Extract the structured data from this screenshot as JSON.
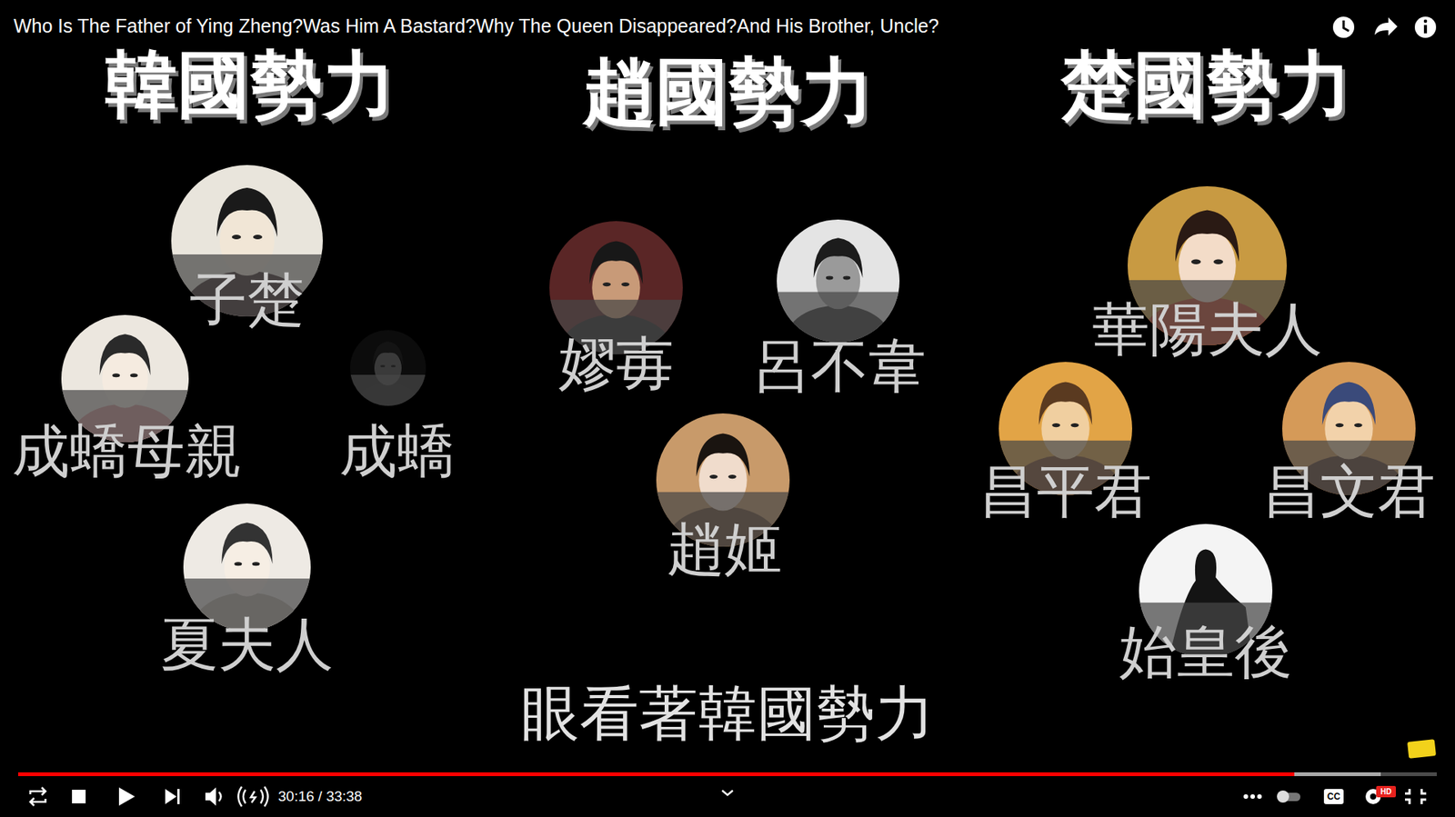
{
  "diagram": {
    "title": "Who Is The Father of Ying Zheng?Was Him A Bastard?Why The Queen Disappeared?And His Brother, Uncle?",
    "caption": "眼看著韓國勢力",
    "nodes": [
      {
        "text": [
          "子楚"
        ]
      },
      {
        "text": [
          "成蟜母親"
        ]
      },
      {
        "text": [
          "成蟜"
        ]
      },
      {
        "text": [
          "夏夫人"
        ]
      },
      {
        "text": [
          "嫪毐"
        ]
      },
      {
        "text": [
          "呂不韋"
        ]
      },
      {
        "text": [
          "趙姬"
        ]
      },
      {
        "text": [
          "華陽夫人"
        ]
      },
      {
        "text": [
          "昌平君"
        ]
      },
      {
        "text": [
          "昌文君"
        ]
      },
      {
        "text": [
          "始皇後"
        ]
      }
    ],
    "labels": [
      "韓國勢力",
      "趙國勢力",
      "楚國勢力",
      "30:16 / 33:38",
      "CC",
      "HD"
    ]
  }
}
